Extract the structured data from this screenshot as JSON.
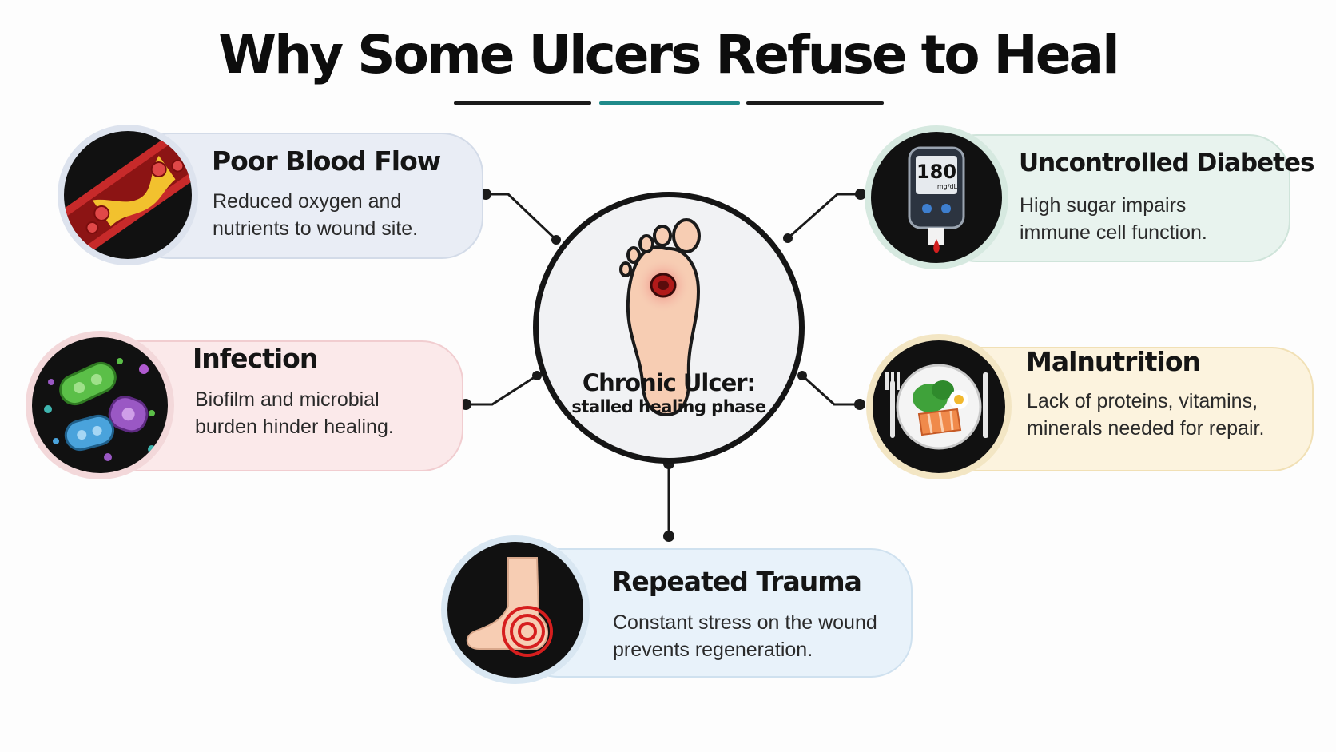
{
  "title": "Why Some Ulcers Refuse to Heal",
  "center": {
    "title": "Chronic Ulcer:",
    "subtitle": "stalled healing phase",
    "icon": "foot-ulcer-icon"
  },
  "causes": [
    {
      "id": "poor-blood-flow",
      "title": "Poor Blood Flow",
      "desc": [
        "Reduced oxygen and",
        "nutrients to wound site."
      ],
      "icon": "blood-vessel-icon",
      "color": "#e9edf5"
    },
    {
      "id": "uncontrolled-diabetes",
      "title": "Uncontrolled Diabetes",
      "desc": [
        "High sugar impairs",
        "immune cell function."
      ],
      "icon": "glucose-meter-icon",
      "meter_value": "180",
      "meter_unit": "mg/dL",
      "color": "#e8f3ee"
    },
    {
      "id": "infection",
      "title": "Infection",
      "desc": [
        "Biofilm and microbial",
        "burden hinder healing."
      ],
      "icon": "bacteria-icon",
      "color": "#fbe9ea"
    },
    {
      "id": "malnutrition",
      "title": "Malnutrition",
      "desc": [
        "Lack of proteins, vitamins,",
        "minerals needed for repair."
      ],
      "icon": "meal-plate-icon",
      "color": "#fcf3de"
    },
    {
      "id": "repeated-trauma",
      "title": "Repeated Trauma",
      "desc": [
        "Constant stress on the wound",
        "prevents regeneration."
      ],
      "icon": "foot-pressure-icon",
      "color": "#e8f2fa"
    }
  ]
}
